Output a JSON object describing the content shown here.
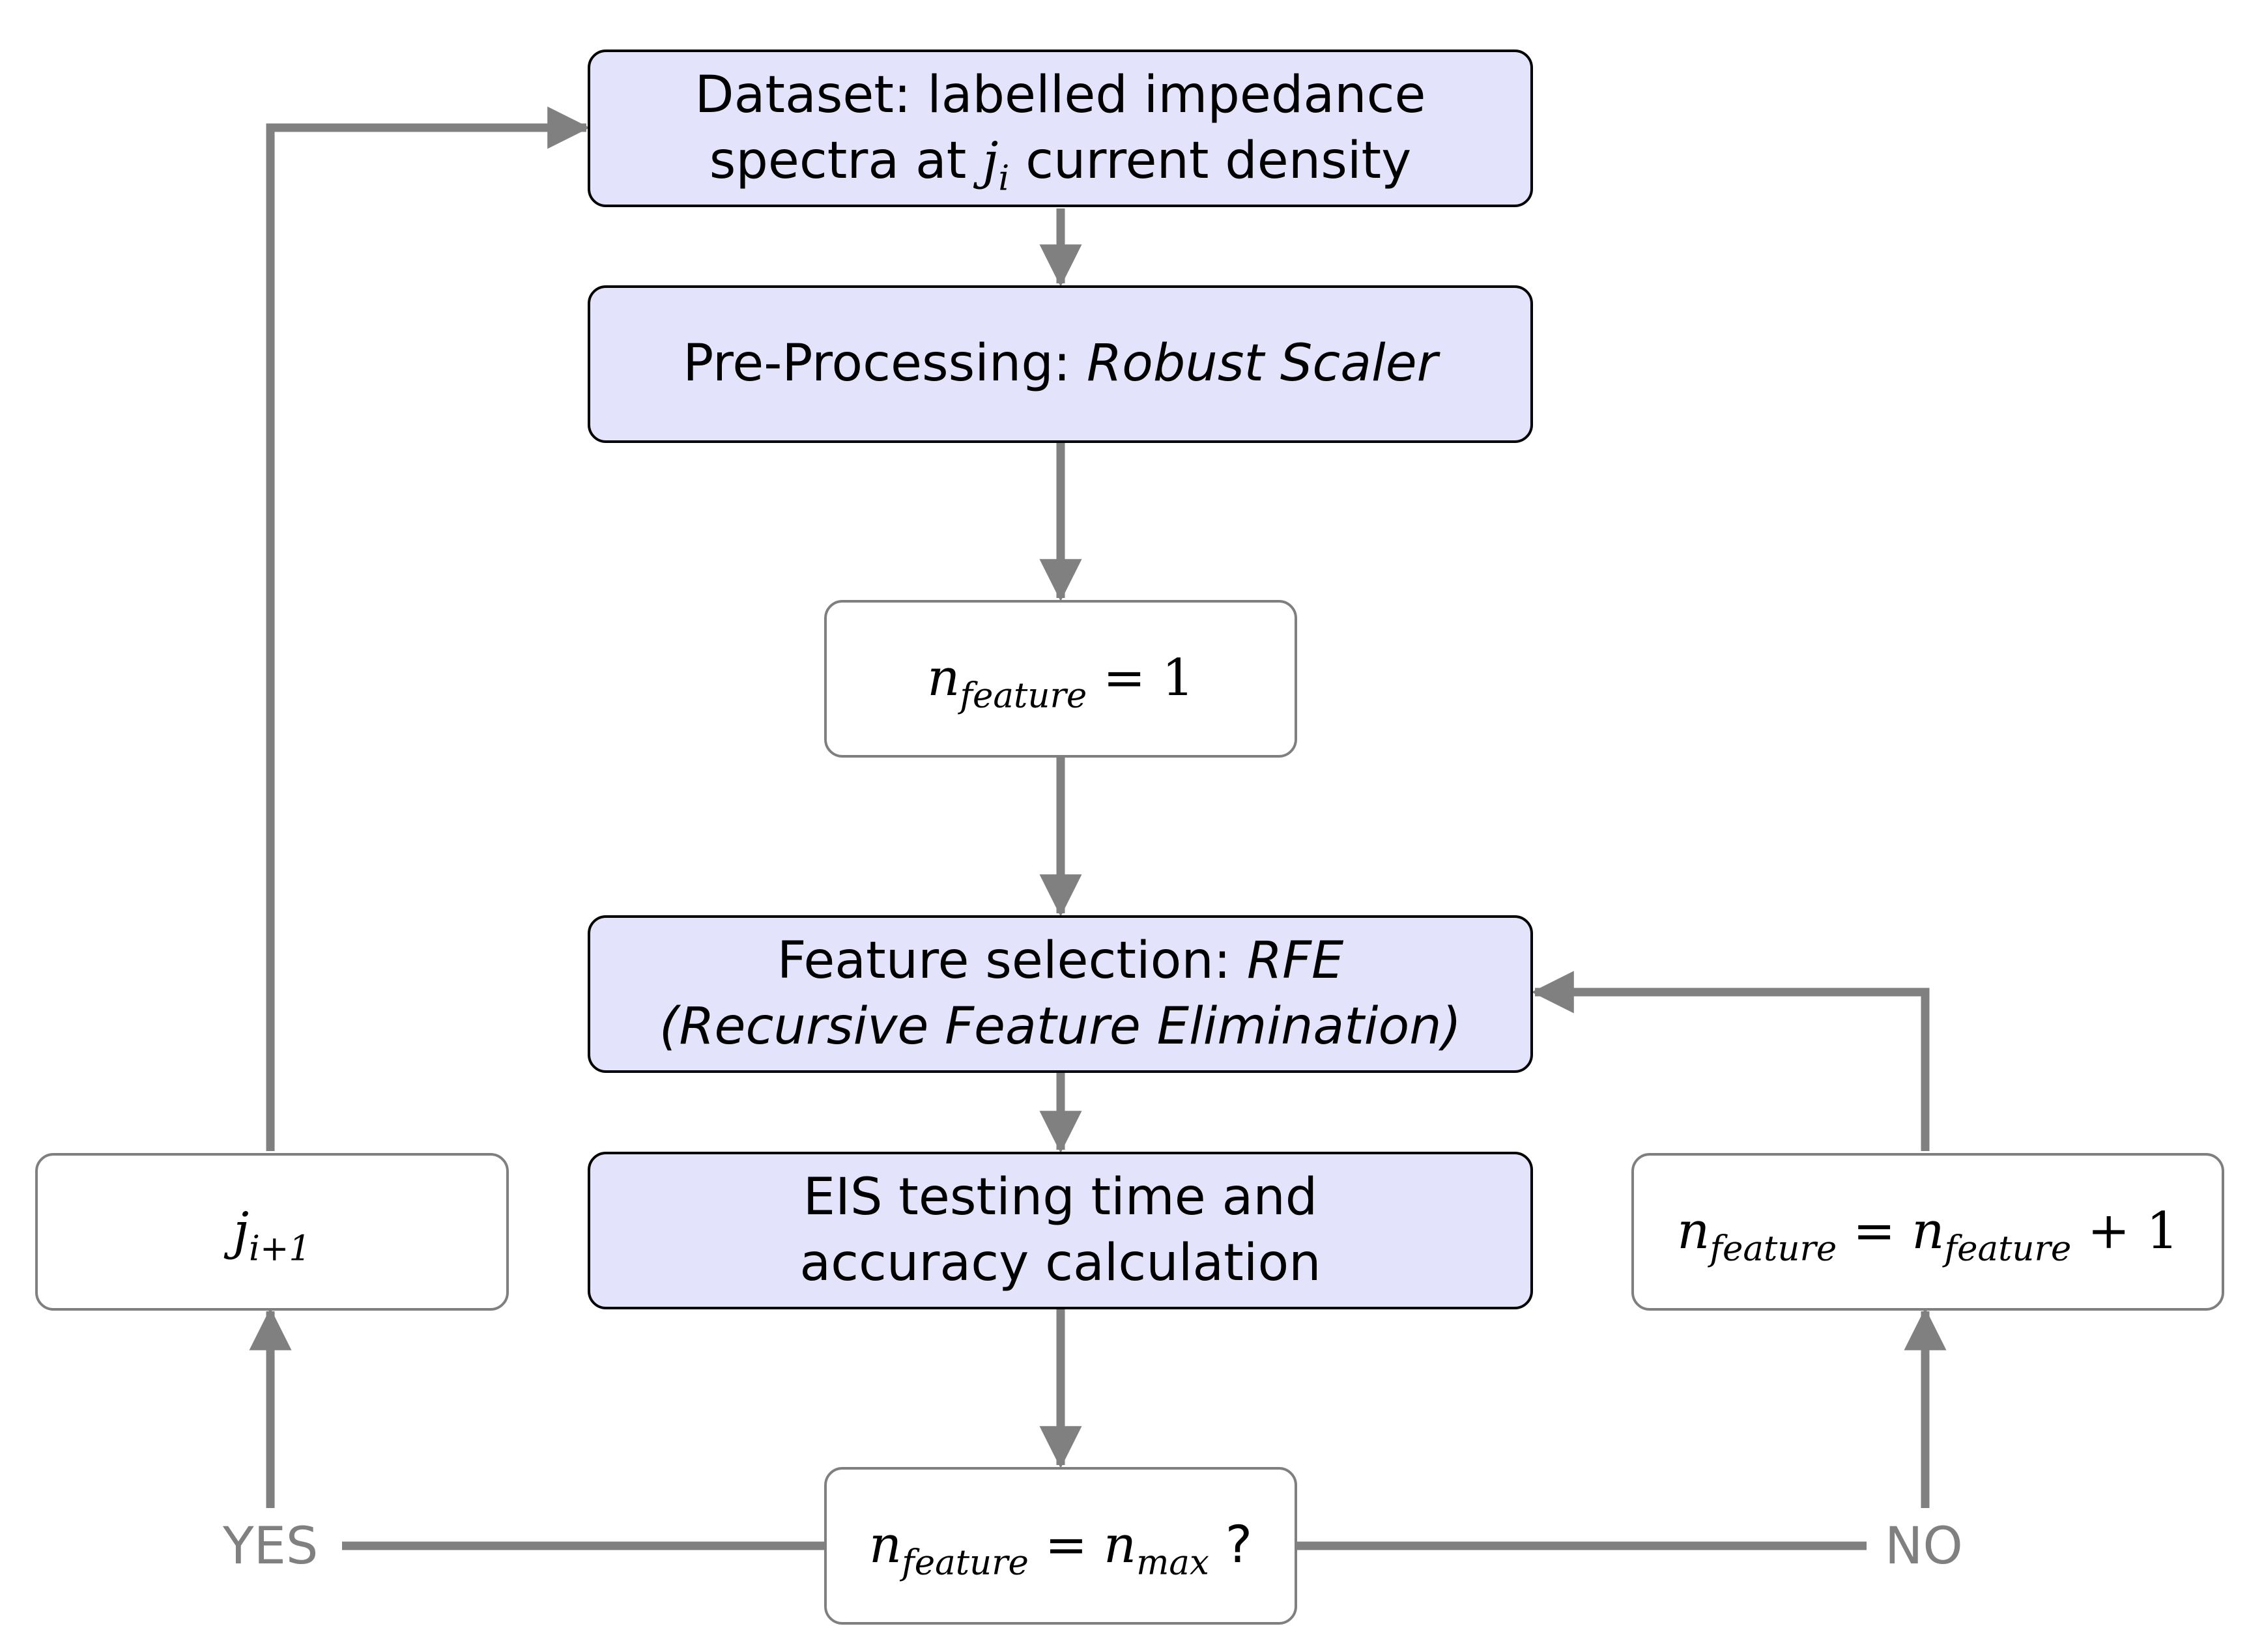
{
  "colors": {
    "process_fill": "#e3e3fb",
    "process_border": "#000000",
    "variable_border": "#7f7f7f",
    "arrow": "#808080",
    "label": "#808080"
  },
  "nodes": {
    "dataset": {
      "line1": "Dataset: labelled impedance",
      "line2_before": "spectra at ",
      "line2_var": "j",
      "line2_sub": "i",
      "line2_after": " current density"
    },
    "preprocessing": {
      "label": "Pre-Processing: ",
      "method": "Robust Scaler"
    },
    "init": {
      "var": "n",
      "sub": "feature",
      "rhs": "= 1"
    },
    "feature_selection": {
      "label": "Feature selection: ",
      "method": "RFE",
      "line2": "(Recursive Feature Elimination)"
    },
    "testing": {
      "line1": "EIS testing time and",
      "line2": "accuracy calculation"
    },
    "decision": {
      "var": "n",
      "sub": "feature",
      "eq": " = ",
      "var2": "n",
      "sub2": "max",
      "suffix": " ?"
    },
    "next_current": {
      "var": "j",
      "sub": "i+1"
    },
    "increment": {
      "var": "n",
      "sub": "feature",
      "eq": " = ",
      "var2": "n",
      "sub2": "feature",
      "suffix": " + 1"
    }
  },
  "branches": {
    "yes": "YES",
    "no": "NO"
  }
}
